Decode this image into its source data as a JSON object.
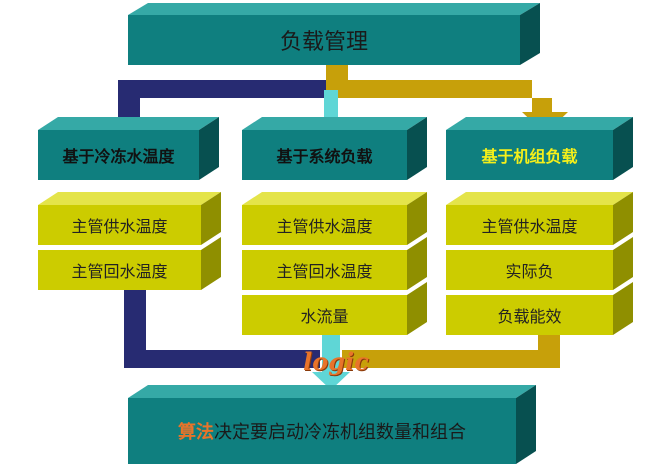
{
  "title": "负载管理",
  "categories": [
    {
      "label": "基于冷冻水温度",
      "items": [
        "主管供水温度",
        "主管回水温度"
      ]
    },
    {
      "label": "基于系统负载",
      "items": [
        "主管供水温度",
        "主管回水温度",
        "水流量"
      ]
    },
    {
      "label": "基于机组负载",
      "items": [
        "主管供水温度",
        "实际负",
        "负载能效"
      ]
    }
  ],
  "logic": "logic",
  "result": {
    "highlight": "算法",
    "text": "决定要启动冷冻机组数量和组合"
  },
  "colors": {
    "teal_front": "#0f7f7f",
    "teal_top": "#35a9a6",
    "teal_side": "#075050",
    "yellow_front": "#cccc00",
    "yellow_top": "#e4e44a",
    "yellow_side": "#8f8f00",
    "navy_arrow": "#272b72",
    "gold_arrow": "#c7a00a",
    "cyan_arrow": "#5fd6d6",
    "logic_text": "#e8742a",
    "highlight_label": "#f5ef1a"
  }
}
